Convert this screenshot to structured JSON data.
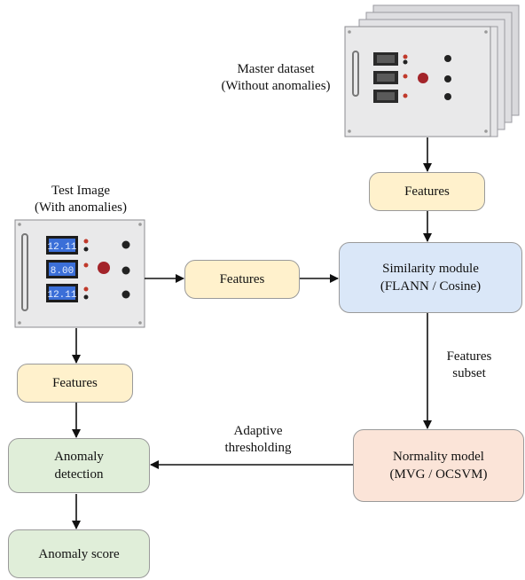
{
  "master_dataset": {
    "line1": "Master dataset",
    "line2": "(Without anomalies)"
  },
  "test_image": {
    "line1": "Test Image",
    "line2": "(With anomalies)"
  },
  "features_top": "Features",
  "features_mid": "Features",
  "features_left": "Features",
  "similarity_module": {
    "line1": "Similarity module",
    "line2": "(FLANN / Cosine)"
  },
  "features_subset": {
    "line1": "Features",
    "line2": "subset"
  },
  "normality_model": {
    "line1": "Normality model",
    "line2": "(MVG / OCSVM)"
  },
  "adaptive_thresholding": {
    "line1": "Adaptive",
    "line2": "thresholding"
  },
  "anomaly_detection": {
    "line1": "Anomaly",
    "line2": "detection"
  },
  "anomaly_score": "Anomaly score",
  "panel_displays": [
    "12.11",
    "8.00",
    "12.11"
  ],
  "colors": {
    "features": "#fff1cc",
    "similarity": "#dae7f8",
    "normality": "#fbe4d8",
    "anomaly": "#e0eed9",
    "lcd": "#3b6fd8",
    "panel": "#e9e9ea"
  }
}
